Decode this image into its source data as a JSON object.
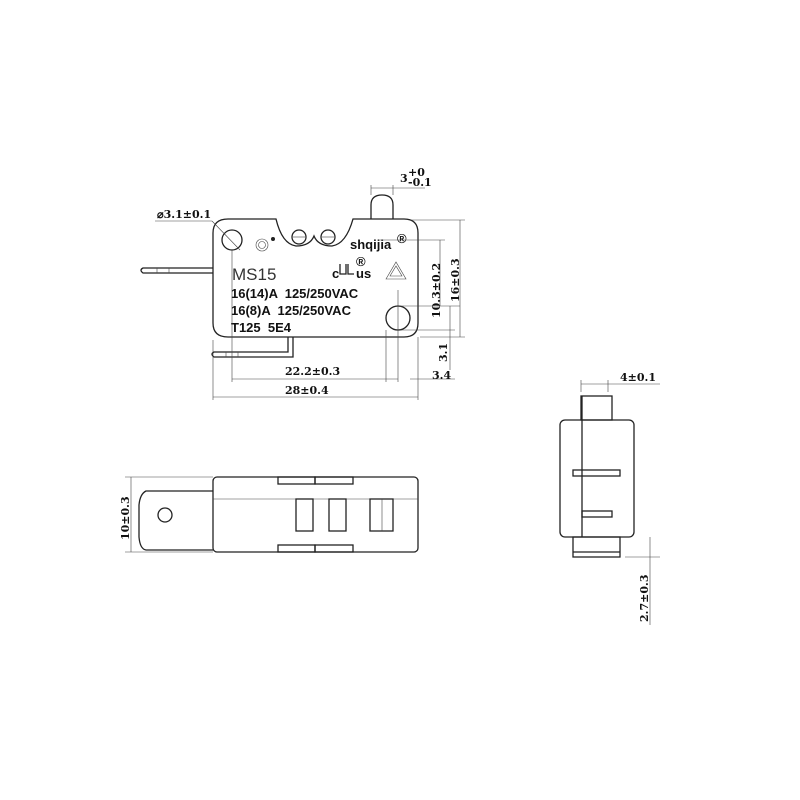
{
  "title": "MS15 micro switch dimension drawing",
  "front_view": {
    "model": "MS15",
    "brand": "shqijia",
    "rating_1": "16(14)A  125/250VAC",
    "rating_2": "16(8)A  125/250VAC",
    "rating_3": "T125  5E4",
    "cert_c": "c",
    "cert_us": "us",
    "registered": "®"
  },
  "dimensions": {
    "hole_diameter": "⌀3.1±0.1",
    "plunger_width_main": "3",
    "plunger_width_tol_upper": "+0",
    "plunger_width_tol_lower": "-0.1",
    "hole_spacing": "22.2±0.3",
    "overall_length": "28±0.4",
    "hole_offset_x": "3.4",
    "hole_offset_y": "3.1",
    "hole_vertical": "10.3±0.2",
    "body_height": "16±0.3",
    "body_width": "10±0.3",
    "side_plunger_width": "4±0.1",
    "side_bottom": "2.7±0.3"
  }
}
